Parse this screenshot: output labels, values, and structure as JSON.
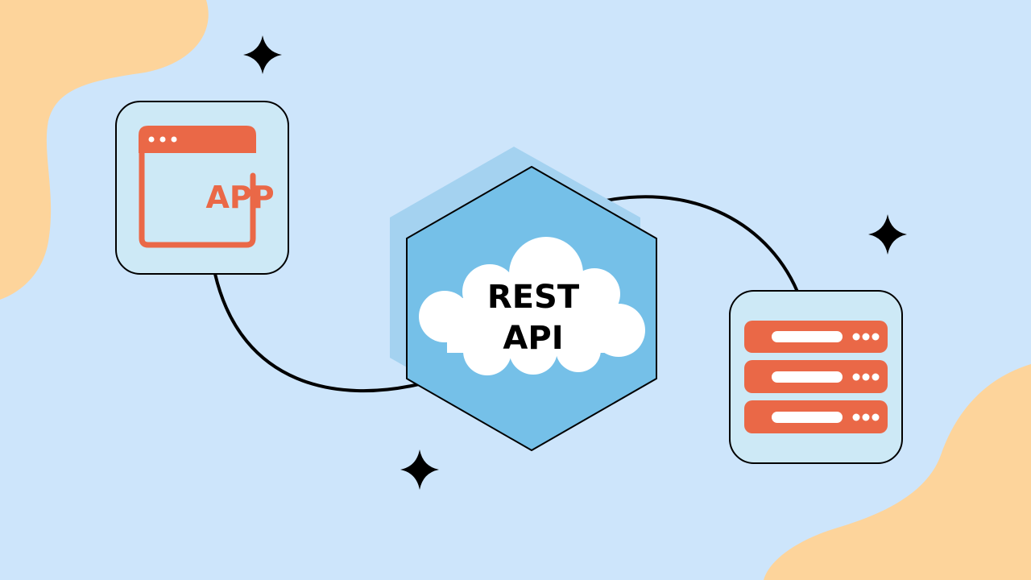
{
  "colors": {
    "background": "#cde5fb",
    "blob": "#fdd49b",
    "card_fill": "#cde9f6",
    "accent": "#ea6847",
    "hexagon": "#75c0e8",
    "hexagon_shadow": "#a4d2f0",
    "cloud": "#ffffff",
    "outline": "#000000"
  },
  "nodes": {
    "app": {
      "label": "APP",
      "icon": "app-window-icon"
    },
    "api": {
      "line1": "REST",
      "line2": "API",
      "icon": "cloud-icon"
    },
    "server": {
      "icon": "server-stack-icon"
    }
  },
  "edges": [
    {
      "from": "app",
      "to": "api"
    },
    {
      "from": "api",
      "to": "server"
    }
  ],
  "decorations": [
    "sparkle-icon",
    "sparkle-icon",
    "sparkle-icon"
  ]
}
